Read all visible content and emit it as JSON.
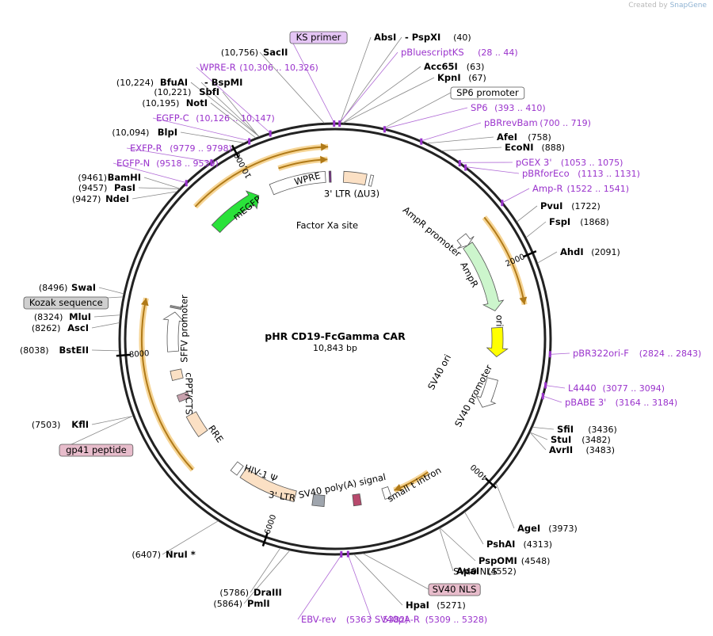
{
  "credit": {
    "prefix": "Created by",
    "brand": "SnapGene"
  },
  "plasmid": {
    "name": "pHR CD19-FcGamma CAR",
    "size": "10,843 bp",
    "length": 10843
  },
  "colors": {
    "enzyme": "#000000",
    "primer": "#9a33cc",
    "orf": "#e7a93a",
    "backbone": "#222222"
  },
  "ticks": [
    {
      "pos": 2000,
      "label": "2000"
    },
    {
      "pos": 4000,
      "label": "4000"
    },
    {
      "pos": 6000,
      "label": "6000"
    },
    {
      "pos": 8000,
      "label": "8000"
    },
    {
      "pos": 10000,
      "label": "10,000"
    }
  ],
  "features": [
    {
      "name": "AmpR promoter",
      "start": 1540,
      "end": 1650,
      "color": "#ffffff",
      "dir": 1
    },
    {
      "name": "AmpR",
      "start": 1650,
      "end": 2410,
      "color": "#ccf5cc",
      "dir": 1
    },
    {
      "name": "ori",
      "start": 2590,
      "end": 2900,
      "color": "#ffff00",
      "dir": 1
    },
    {
      "name": "SV40 ori",
      "start": 3300,
      "end": 3380,
      "color": "#f2e600",
      "dir": 0
    },
    {
      "name": "SV40 promoter",
      "start": 3140,
      "end": 3460,
      "color": "#ffffff",
      "dir": 1
    },
    {
      "name": "small t intron",
      "start": 4830,
      "end": 4900,
      "color": "#ffffff",
      "dir": 0
    },
    {
      "name": "SV40 NLS",
      "start": 5150,
      "end": 5230,
      "color": "#b84a6d",
      "dir": 0
    },
    {
      "name": "SV40 poly(A) signal",
      "start": 5535,
      "end": 5660,
      "color": "#9fa5ad",
      "dir": 0
    },
    {
      "name": "3' LTR",
      "start": 5850,
      "end": 6460,
      "color": "#fbe0c4",
      "dir": 0
    },
    {
      "name": "HIV-1 Ψ",
      "start": 6500,
      "end": 6580,
      "color": "#ffffff",
      "dir": 0
    },
    {
      "name": "RRE",
      "start": 7060,
      "end": 7300,
      "color": "#fbe0c4",
      "dir": 0
    },
    {
      "name": "gp41 peptide",
      "start": 7470,
      "end": 7540,
      "color": "#c7a1ad",
      "dir": 0
    },
    {
      "name": "cPPT/CTS",
      "start": 7700,
      "end": 7800,
      "color": "#fbe0c4",
      "dir": 0
    },
    {
      "name": "SFFV promoter",
      "start": 8000,
      "end": 8420,
      "color": "#ffffff",
      "dir": 1
    },
    {
      "name": "Kozak sequence",
      "start": 8460,
      "end": 8480,
      "color": "#999999",
      "dir": 0
    },
    {
      "name": "mEGFP",
      "start": 9420,
      "end": 10000,
      "color": "#2ae23a",
      "dir": 1
    },
    {
      "name": "WPRE",
      "start": 10150,
      "end": 10740,
      "color": "#ffffff",
      "dir": 0
    },
    {
      "name": "Factor Xa site",
      "start": 10780,
      "end": 10800,
      "color": "#7a2f8a",
      "dir": 0
    },
    {
      "name": "3' LTR (ΔU3)",
      "start": 90,
      "end": 330,
      "color": "#fbe0c4",
      "dir": 0
    },
    {
      "name": "SP6 promoter",
      "start": 370,
      "end": 400,
      "color": "#ffffff",
      "dir": 0
    }
  ],
  "orfs": [
    {
      "start": 9440,
      "end": 10780,
      "r": 243
    },
    {
      "start": 10290,
      "end": 10770,
      "r": 227
    },
    {
      "start": 1530,
      "end": 2400,
      "r": 243
    },
    {
      "start": 4370,
      "end": 4780,
      "r": 205
    },
    {
      "start": 6850,
      "end": 8500,
      "r": 244
    }
  ],
  "labels": [
    {
      "name": "KS primer",
      "num": "",
      "boxed": true,
      "box": "#e5c6f5",
      "kind": "primer"
    },
    {
      "name": "AbsI",
      "pre": "",
      "num": "",
      "kind": "enzyme"
    },
    {
      "name": "- PspXI",
      "num": "(40)",
      "kind": "enzyme"
    },
    {
      "name": "pBluescriptKS",
      "num": "(28 .. 44)",
      "kind": "primer"
    },
    {
      "name": "Acc65I",
      "num": "(63)",
      "kind": "enzyme"
    },
    {
      "name": "KpnI",
      "num": "(67)",
      "kind": "enzyme"
    },
    {
      "name": "SP6 promoter",
      "num": "",
      "boxed": true,
      "box": "#ffffff",
      "kind": "enzyme"
    },
    {
      "name": "SP6",
      "num": "(393 .. 410)",
      "kind": "primer"
    },
    {
      "name": "pBRrevBam",
      "num": "(700 .. 719)",
      "kind": "primer"
    },
    {
      "name": "AfeI",
      "num": "(758)",
      "kind": "enzyme"
    },
    {
      "name": "EcoNI",
      "num": "(888)",
      "kind": "enzyme"
    },
    {
      "name": "pGEX 3'",
      "num": "(1053 .. 1075)",
      "kind": "primer"
    },
    {
      "name": "pBRforEco",
      "num": "(1113 .. 1131)",
      "kind": "primer"
    },
    {
      "name": "Amp-R",
      "num": "(1522 .. 1541)",
      "kind": "primer"
    },
    {
      "name": "PvuI",
      "num": "(1722)",
      "kind": "enzyme"
    },
    {
      "name": "FspI",
      "num": "(1868)",
      "kind": "enzyme"
    },
    {
      "name": "AhdI",
      "num": "(2091)",
      "kind": "enzyme"
    },
    {
      "name": "pBR322ori-F",
      "num": "(2824 .. 2843)",
      "kind": "primer"
    },
    {
      "name": "L4440",
      "num": "(3077 .. 3094)",
      "kind": "primer"
    },
    {
      "name": "pBABE 3'",
      "num": "(3164 .. 3184)",
      "kind": "primer"
    },
    {
      "name": "SfiI",
      "num": "(3436)",
      "kind": "enzyme"
    },
    {
      "name": "StuI",
      "num": "(3482)",
      "kind": "enzyme"
    },
    {
      "name": "AvrII",
      "num": "(3483)",
      "kind": "enzyme"
    },
    {
      "name": "AgeI",
      "num": "(3973)",
      "kind": "enzyme"
    },
    {
      "name": "PshAI",
      "num": "(4313)",
      "kind": "enzyme"
    },
    {
      "name": "PspOMI",
      "num": "(4548)",
      "kind": "enzyme"
    },
    {
      "name": "ApaI",
      "num": "(4552)",
      "kind": "enzyme"
    },
    {
      "name": "SV40 NLS",
      "num": "",
      "boxed": true,
      "box": "#e7bccb",
      "kind": "enzyme"
    },
    {
      "name": "HpaI",
      "num": "(5271)",
      "kind": "enzyme"
    },
    {
      "name": "SV40pA-R",
      "num": "(5309 .. 5328)",
      "kind": "primer"
    },
    {
      "name": "EBV-rev",
      "num": "(5363 .. 5382)",
      "kind": "primer"
    },
    {
      "name": "DraIII",
      "num": "(5786)",
      "kind": "enzyme"
    },
    {
      "name": "PmlI",
      "num": "(5864)",
      "kind": "enzyme"
    },
    {
      "name": "NruI *",
      "num": "(6407)",
      "kind": "enzyme"
    },
    {
      "name": "gp41 peptide",
      "num": "",
      "boxed": true,
      "box": "#e7bccb",
      "kind": "enzyme"
    },
    {
      "name": "KflI",
      "num": "(7503)",
      "kind": "enzyme"
    },
    {
      "name": "BstEII",
      "num": "(8038)",
      "kind": "enzyme"
    },
    {
      "name": "AscI",
      "num": "(8262)",
      "kind": "enzyme"
    },
    {
      "name": "MluI",
      "num": "(8324)",
      "kind": "enzyme"
    },
    {
      "name": "Kozak sequence",
      "num": "",
      "boxed": true,
      "box": "#cfcfcf",
      "kind": "enzyme"
    },
    {
      "name": "SwaI",
      "num": "(8496)",
      "kind": "enzyme"
    },
    {
      "name": "NdeI",
      "num": "(9427)",
      "kind": "enzyme"
    },
    {
      "name": "PasI",
      "num": "(9457)",
      "kind": "enzyme"
    },
    {
      "name": "BamHI",
      "num": "(9461)",
      "kind": "enzyme"
    },
    {
      "name": "EGFP-N",
      "num": "(9518 .. 9539)",
      "kind": "primer"
    },
    {
      "name": "EXFP-R",
      "num": "(9779 .. 9798)",
      "kind": "primer"
    },
    {
      "name": "BlpI",
      "num": "(10,094)",
      "kind": "enzyme"
    },
    {
      "name": "EGFP-C",
      "num": "(10,126 .. 10,147)",
      "kind": "primer"
    },
    {
      "name": "NotI",
      "num": "(10,195)",
      "kind": "enzyme"
    },
    {
      "name": "SbfI",
      "num": "(10,221)",
      "kind": "enzyme"
    },
    {
      "name": "BfuAI",
      "num": "(10,224)",
      "kind": "enzyme"
    },
    {
      "name": "- BspMI",
      "num": "",
      "kind": "enzyme"
    },
    {
      "name": "WPRE-R",
      "num": "(10,306 .. 10,326)",
      "kind": "primer"
    },
    {
      "name": "SacII",
      "num": "(10,756)",
      "kind": "enzyme"
    }
  ]
}
